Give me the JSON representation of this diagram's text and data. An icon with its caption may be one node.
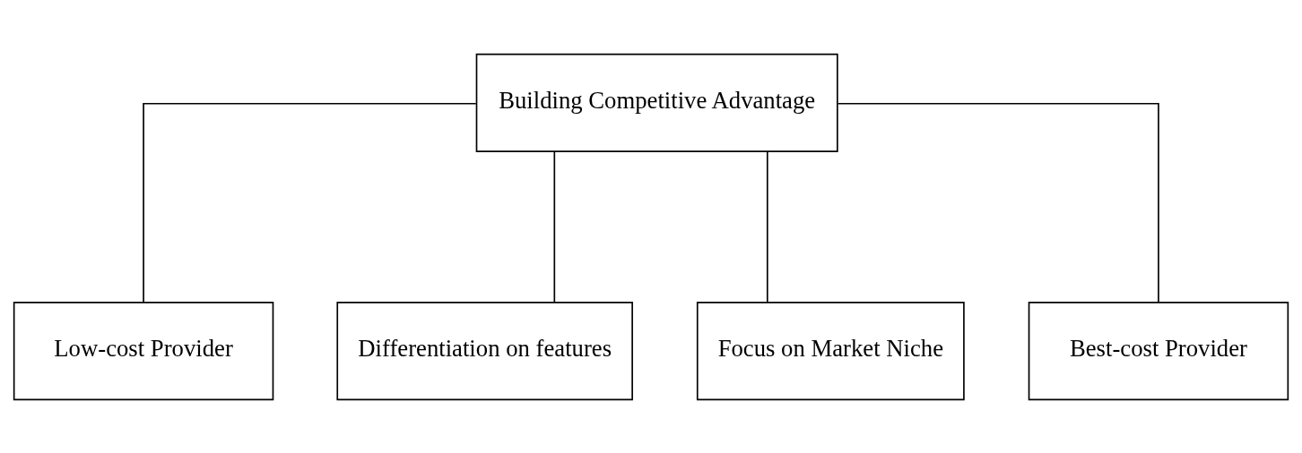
{
  "diagram": {
    "nodes": [
      {
        "text": [
          "Building Competitive Advantage"
        ]
      },
      {
        "text": [
          "Low-cost Provider"
        ]
      },
      {
        "text": [
          "Differentiation on features"
        ]
      },
      {
        "text": [
          "Focus on Market Niche"
        ]
      },
      {
        "text": [
          "Best-cost Provider"
        ]
      }
    ],
    "edges": [
      {
        "from": 0,
        "to": 1,
        "arrow": "none"
      },
      {
        "from": 0,
        "to": 2,
        "arrow": "none"
      },
      {
        "from": 0,
        "to": 3,
        "arrow": "none"
      },
      {
        "from": 0,
        "to": 4,
        "arrow": "none"
      }
    ]
  }
}
